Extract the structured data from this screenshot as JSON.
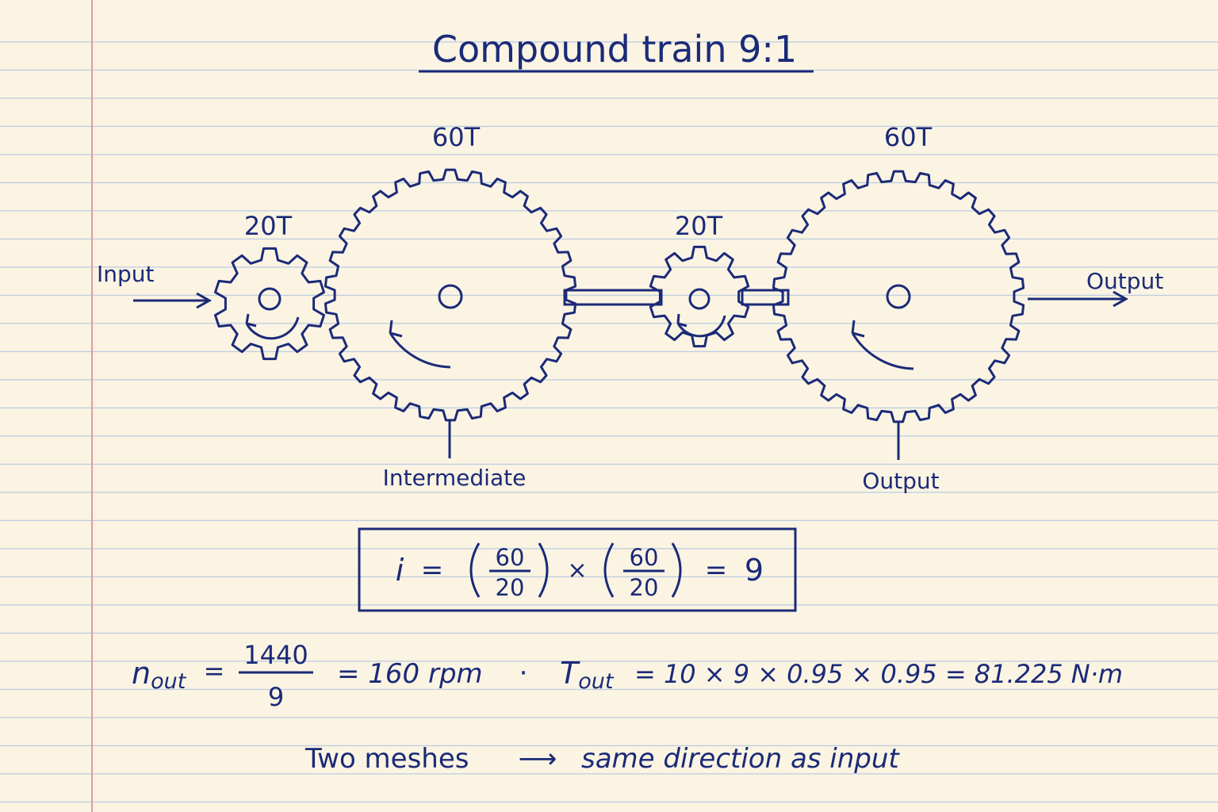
{
  "title": "Compound train 9:1",
  "labels": {
    "gear1_teeth": "20T",
    "gear2_teeth": "60T",
    "gear3_teeth": "20T",
    "gear4_teeth": "60T",
    "input": "Input",
    "output_arrow": "Output",
    "intermediate": "Intermediate",
    "output_shaft": "Output"
  },
  "ratio_box": {
    "lhs": "i",
    "eq": "=",
    "frac1_num": "60",
    "frac1_den": "20",
    "times": "×",
    "frac2_num": "60",
    "frac2_den": "20",
    "eq2": "=",
    "result": "9"
  },
  "speed_torque": {
    "n_symbol": "n",
    "n_sub": "out",
    "eq1": "=",
    "frac_num": "1440",
    "frac_den": "9",
    "n_result": "= 160 rpm",
    "sep": "·",
    "t_symbol": "T",
    "t_sub": "out",
    "t_expr": "= 10 × 9 × 0.95 × 0.95 = 81.225 N·m"
  },
  "direction_note": {
    "left": "Two meshes",
    "arrow": "⟶",
    "right": "same direction as input"
  },
  "colors": {
    "ink": "#1b2a78",
    "paper": "#fbf4e3",
    "rule_line": "#b9cbe0",
    "margin_line": "#e39a9a"
  }
}
